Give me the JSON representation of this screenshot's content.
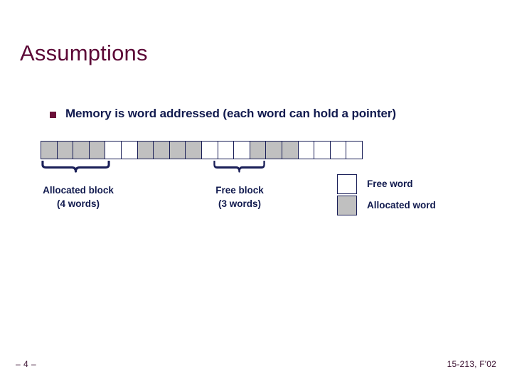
{
  "slide": {
    "title": "Assumptions",
    "title_color": "#5c0836",
    "body_text_color": "#111a4e",
    "bullet_marker_color": "#6b1038"
  },
  "bullet": {
    "marker_name": "square-bullet-icon",
    "text": "Memory is word addressed (each word can hold a pointer)"
  },
  "memory_strip": {
    "cell_count": 20,
    "free_color": "#ffffff",
    "allocated_color": "#c0c0c0",
    "border_color": "#1a1f58",
    "cells": [
      "allocated",
      "allocated",
      "allocated",
      "allocated",
      "free",
      "free",
      "allocated",
      "allocated",
      "allocated",
      "allocated",
      "free",
      "free",
      "free",
      "allocated",
      "allocated",
      "allocated",
      "free",
      "free",
      "free",
      "free"
    ]
  },
  "annotations": [
    {
      "brace_name": "brace-allocated-block",
      "caption_line1": "Allocated block",
      "caption_line2": "(4 words)",
      "span_start_cell": 1,
      "span_end_cell": 4
    },
    {
      "brace_name": "brace-free-block",
      "caption_line1": "Free block",
      "caption_line2": "(3 words)",
      "span_start_cell": 11,
      "span_end_cell": 13
    }
  ],
  "legend": {
    "items": [
      {
        "swatch": "free",
        "label": "Free word"
      },
      {
        "swatch": "allocated",
        "label": "Allocated word"
      }
    ]
  },
  "footer": {
    "page_number": "– 4 –",
    "course": "15-213, F'02"
  }
}
